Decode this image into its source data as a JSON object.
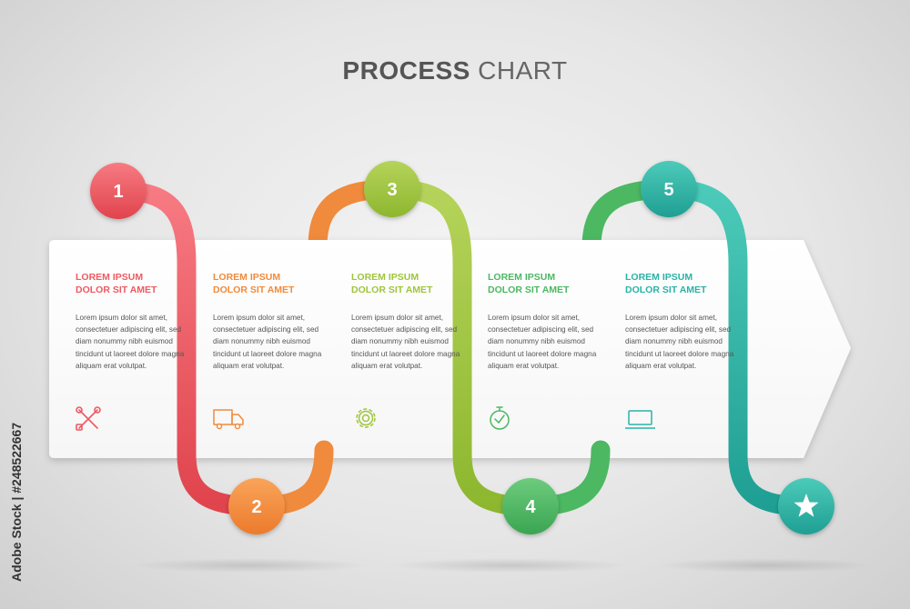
{
  "title": {
    "bold": "PROCESS",
    "light": "CHART"
  },
  "steps": [
    {
      "number": "1",
      "heading1": "LOREM IPSUM",
      "heading2": "DOLOR SIT AMET",
      "body": "Lorem ipsum dolor sit amet, consectetuer adipiscing elit, sed diam nonummy nibh euismod tincidunt ut laoreet dolore magna aliquam erat volutpat.",
      "icon": "tools-icon",
      "color": "#ee5a62"
    },
    {
      "number": "2",
      "heading1": "LOREM IPSUM",
      "heading2": "DOLOR SIT AMET",
      "body": "Lorem ipsum dolor sit amet, consectetuer adipiscing elit, sed diam nonummy nibh euismod tincidunt ut laoreet dolore magna aliquam erat volutpat.",
      "icon": "truck-icon",
      "color": "#f28a3a"
    },
    {
      "number": "3",
      "heading1": "LOREM IPSUM",
      "heading2": "DOLOR SIT AMET",
      "body": "Lorem ipsum dolor sit amet, consectetuer adipiscing elit, sed diam nonummy nibh euismod tincidunt ut laoreet dolore magna aliquam erat volutpat.",
      "icon": "gear-icon",
      "color": "#9fc53c"
    },
    {
      "number": "4",
      "heading1": "LOREM IPSUM",
      "heading2": "DOLOR SIT AMET",
      "body": "Lorem ipsum dolor sit amet, consectetuer adipiscing elit, sed diam nonummy nibh euismod tincidunt ut laoreet dolore magna aliquam erat volutpat.",
      "icon": "stopwatch-icon",
      "color": "#4cb862"
    },
    {
      "number": "5",
      "heading1": "LOREM IPSUM",
      "heading2": "DOLOR SIT AMET",
      "body": "Lorem ipsum dolor sit amet, consectetuer adipiscing elit, sed diam nonummy nibh euismod tincidunt ut laoreet dolore magna aliquam erat volutpat.",
      "icon": "laptop-icon",
      "color": "#2ab3a8"
    }
  ],
  "end_marker": {
    "icon": "star-icon",
    "color": "#2ab3a8"
  },
  "stock_id": "Adobe Stock | #248522667"
}
